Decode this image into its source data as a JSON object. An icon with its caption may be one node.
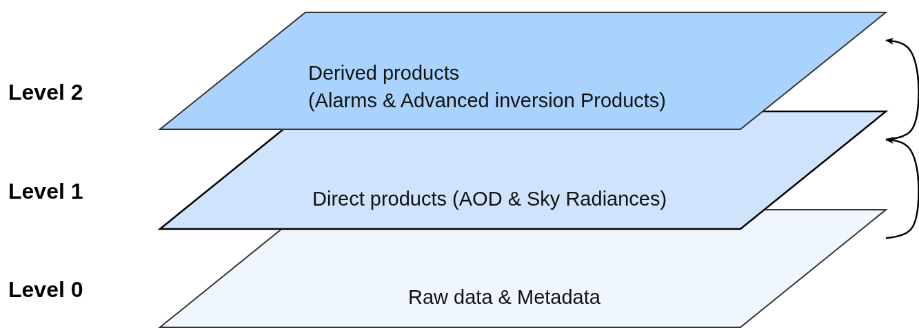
{
  "diagram": {
    "nodes": [
      {
        "text": [
          "Derived products",
          "(Alarms & Advanced inversion Products)"
        ]
      },
      {
        "text": [
          "Direct products (AOD & Sky Radiances)"
        ]
      },
      {
        "text": [
          "Raw data & Metadata"
        ]
      }
    ],
    "edges": [
      {
        "from": 1,
        "to": 0,
        "arrow": "to"
      },
      {
        "from": 2,
        "to": 1,
        "arrow": "to"
      }
    ],
    "labels": [
      "Level 2",
      "Level 1",
      "Level 0"
    ]
  }
}
